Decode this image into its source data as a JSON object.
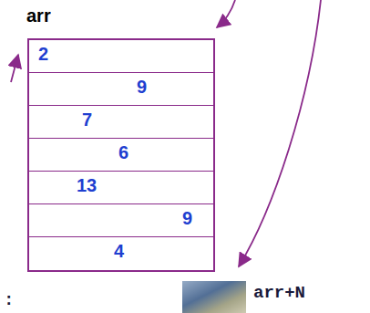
{
  "diagram": {
    "nodes": [
      {
        "text": [
          "arr"
        ]
      },
      {
        "text": [
          "2"
        ],
        "in": 0
      },
      {
        "text": [
          "9"
        ],
        "in": 0
      },
      {
        "text": [
          "7"
        ],
        "in": 0
      },
      {
        "text": [
          "6"
        ],
        "in": 0
      },
      {
        "text": [
          "13"
        ],
        "in": 0
      },
      {
        "text": [
          "9"
        ],
        "in": 0
      },
      {
        "text": [
          "4"
        ],
        "in": 0
      }
    ],
    "labels": [
      "arr+N",
      ":"
    ]
  }
}
